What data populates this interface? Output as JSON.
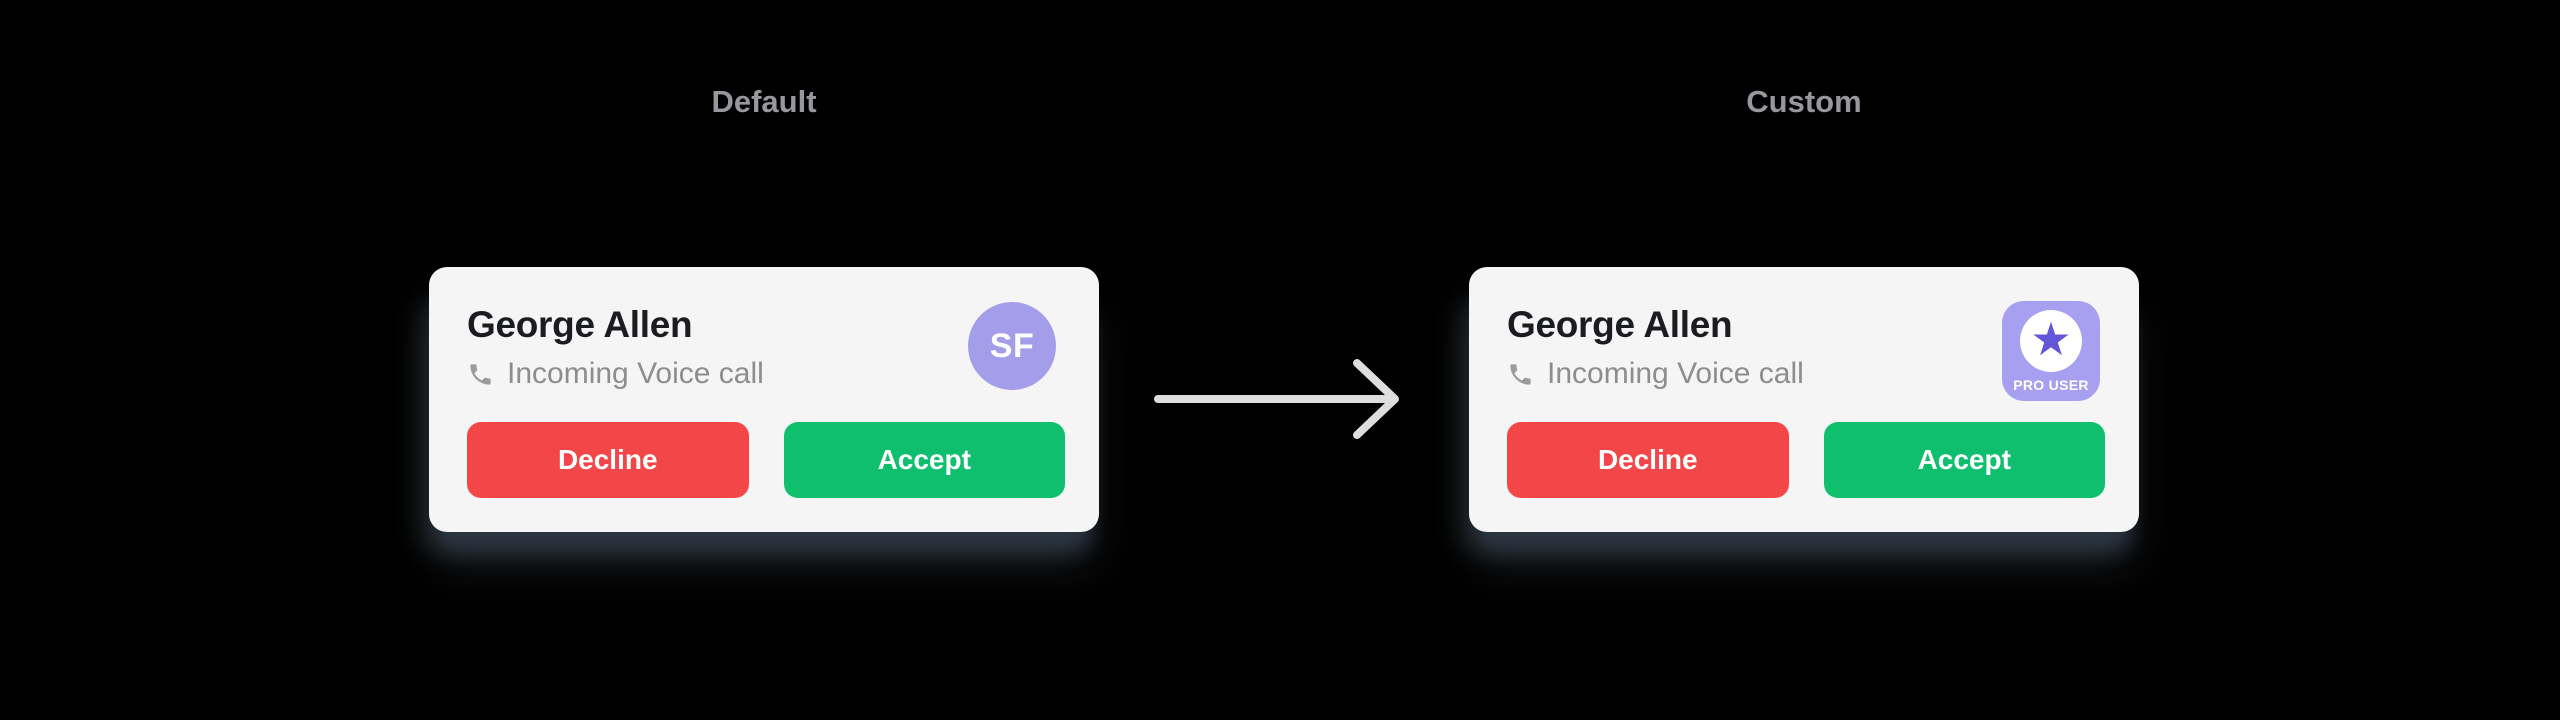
{
  "sections": {
    "default": {
      "label": "Default"
    },
    "custom": {
      "label": "Custom"
    }
  },
  "default_card": {
    "caller_name": "George Allen",
    "subtitle": "Incoming Voice call",
    "decline_label": "Decline",
    "accept_label": "Accept",
    "avatar_initials": "SF"
  },
  "custom_card": {
    "caller_name": "George Allen",
    "subtitle": "Incoming Voice call",
    "decline_label": "Decline",
    "accept_label": "Accept",
    "badge_label": "PRO USER",
    "badge_star_glyph": "★"
  },
  "icons": {
    "phone": "phone-receiver",
    "arrow": "arrow-right"
  },
  "colors": {
    "background": "#000000",
    "card_background": "#f5f5f6",
    "label_gray": "#97989d",
    "title_text": "#1a1c20",
    "subtitle_text": "#8d8d8d",
    "decline_red": "#f24649",
    "accept_green": "#10bf6e",
    "avatar_purple": "#a49de9",
    "badge_purple": "#a79ff0",
    "star_purple": "#6356d9",
    "arrow_gray": "#dedede"
  }
}
